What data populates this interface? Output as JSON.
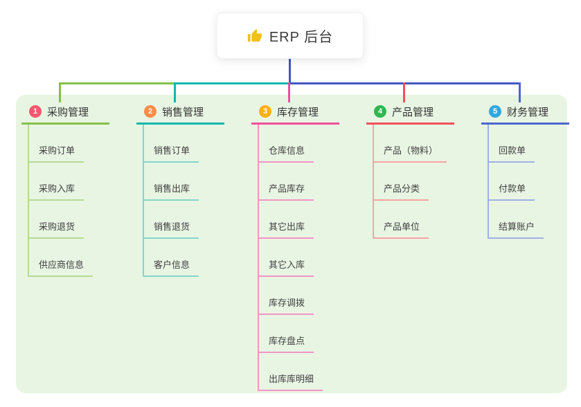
{
  "canvas": {
    "background": "#ffffff",
    "panel_color": "#e8f5e3"
  },
  "root": {
    "title": "ERP 后台",
    "icon": "thumbs-up-icon",
    "icon_color": "#f2c116",
    "connector_color": "#4355c0"
  },
  "branches": [
    {
      "number": "1",
      "label": "采购管理",
      "badge_color": "#f4586e",
      "line_color": "#84c04b",
      "light_color": "#b7da90",
      "children": [
        "采购订单",
        "采购入库",
        "采购退货",
        "供应商信息"
      ]
    },
    {
      "number": "2",
      "label": "销售管理",
      "badge_color": "#fb8c47",
      "line_color": "#12b7ac",
      "light_color": "#82d6cb",
      "children": [
        "销售订单",
        "销售出库",
        "销售退货",
        "客户信息"
      ]
    },
    {
      "number": "3",
      "label": "库存管理",
      "badge_color": "#fcb116",
      "line_color": "#ee4f9b",
      "light_color": "#f294c4",
      "children": [
        "仓库信息",
        "产品库存",
        "其它出库",
        "其它入库",
        "库存调拨",
        "库存盘点",
        "出库库明细"
      ]
    },
    {
      "number": "4",
      "label": "产品管理",
      "badge_color": "#2eb84f",
      "line_color": "#f24f5a",
      "light_color": "#f9a3a4",
      "children": [
        "产品（物料）",
        "产品分类",
        "产品单位"
      ]
    },
    {
      "number": "5",
      "label": "财务管理",
      "badge_color": "#31a8e0",
      "line_color": "#4b66cc",
      "light_color": "#9fb0e4",
      "children": [
        "回款单",
        "付款单",
        "结算账户"
      ]
    }
  ]
}
